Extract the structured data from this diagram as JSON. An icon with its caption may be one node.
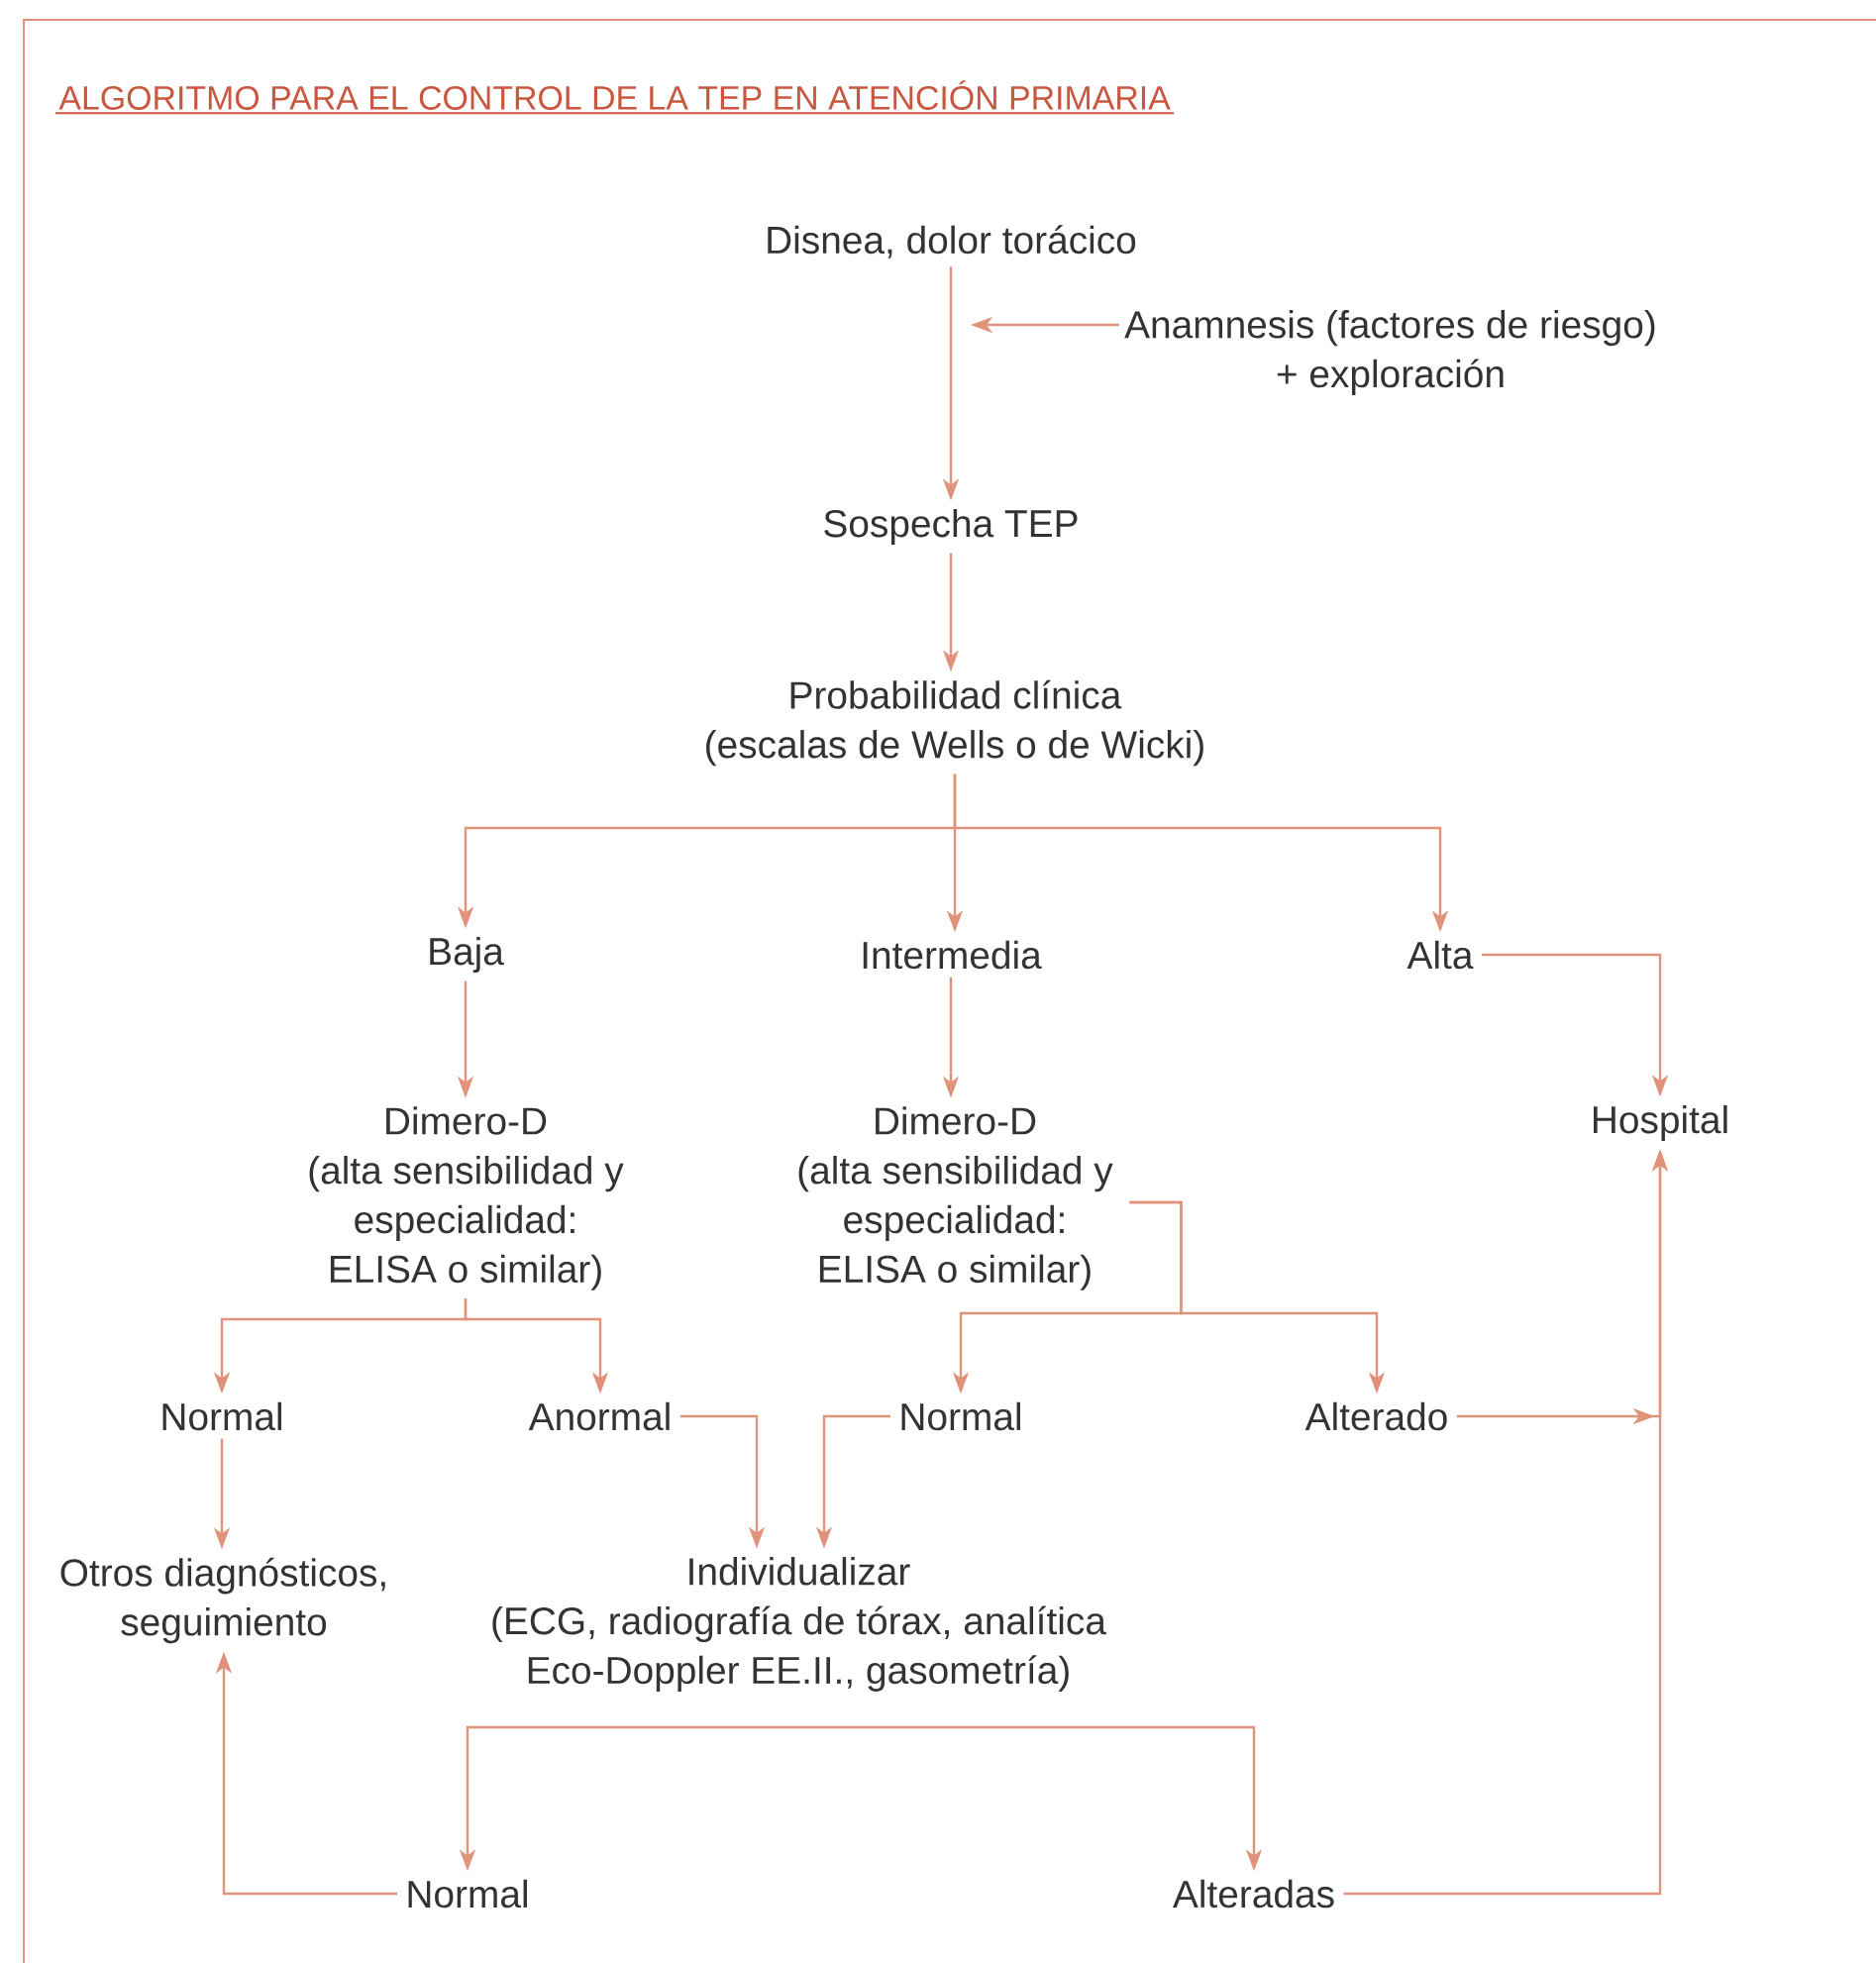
{
  "diagram": {
    "title": "ALGORITMO PARA EL CONTROL DE LA TEP EN ATENCIÓN PRIMARIA",
    "nodes": [
      {
        "text": [
          "Disnea, dolor torácico"
        ]
      },
      {
        "text": [
          "Anamnesis (factores de riesgo) + exploración"
        ]
      },
      {
        "text": [
          "Sospecha TEP"
        ]
      },
      {
        "text": [
          "Probabilidad clínica",
          "(escalas de Wells o de Wicki)"
        ]
      },
      {
        "text": [
          "Baja"
        ]
      },
      {
        "text": [
          "Intermedia"
        ]
      },
      {
        "text": [
          "Alta"
        ]
      },
      {
        "text": [
          "Hospital"
        ]
      },
      {
        "text": [
          "Dimero-D",
          "(alta sensibilidad y especialidad: ELISA o similar)"
        ]
      },
      {
        "text": [
          "Dimero-D",
          "(alta sensibilidad y especialidad: ELISA o similar)"
        ]
      },
      {
        "text": [
          "Normal"
        ]
      },
      {
        "text": [
          "Anormal"
        ]
      },
      {
        "text": [
          "Normal"
        ]
      },
      {
        "text": [
          "Alterado"
        ]
      },
      {
        "text": [
          "Otros diagnósticos, seguimiento"
        ]
      },
      {
        "text": [
          "Individualizar",
          "(ECG, radiografía de tórax, analítica Eco-Doppler EE.II., gasometría)"
        ]
      },
      {
        "text": [
          "Normal"
        ]
      },
      {
        "text": [
          "Alteradas"
        ]
      }
    ],
    "edges": [
      {
        "from": 0,
        "to": 2,
        "arrow": "to"
      },
      {
        "from": 1,
        "to": null,
        "arrow": "to"
      },
      {
        "from": 2,
        "to": 3,
        "arrow": "to"
      },
      {
        "from": 3,
        "to": 4,
        "arrow": "to"
      },
      {
        "from": 3,
        "to": 5,
        "arrow": "to"
      },
      {
        "from": 3,
        "to": 6,
        "arrow": "to"
      },
      {
        "from": 6,
        "to": 7,
        "arrow": "to"
      },
      {
        "from": 4,
        "to": 8,
        "arrow": "to"
      },
      {
        "from": 5,
        "to": 9,
        "arrow": "to"
      },
      {
        "from": 8,
        "to": 10,
        "arrow": "to"
      },
      {
        "from": 8,
        "to": 11,
        "arrow": "to"
      },
      {
        "from": 9,
        "to": 12,
        "arrow": "to"
      },
      {
        "from": 9,
        "to": 13,
        "arrow": "to"
      },
      {
        "from": 10,
        "to": 14,
        "arrow": "to"
      },
      {
        "from": 11,
        "to": 15,
        "arrow": "to"
      },
      {
        "from": 12,
        "to": 15,
        "arrow": "to"
      },
      {
        "from": 13,
        "to": 7,
        "arrow": "to"
      },
      {
        "from": 15,
        "to": 16,
        "arrow": "to"
      },
      {
        "from": 15,
        "to": 17,
        "arrow": "to"
      },
      {
        "from": 16,
        "to": 14,
        "arrow": "to"
      },
      {
        "from": 17,
        "to": 7,
        "arrow": "to"
      }
    ]
  }
}
